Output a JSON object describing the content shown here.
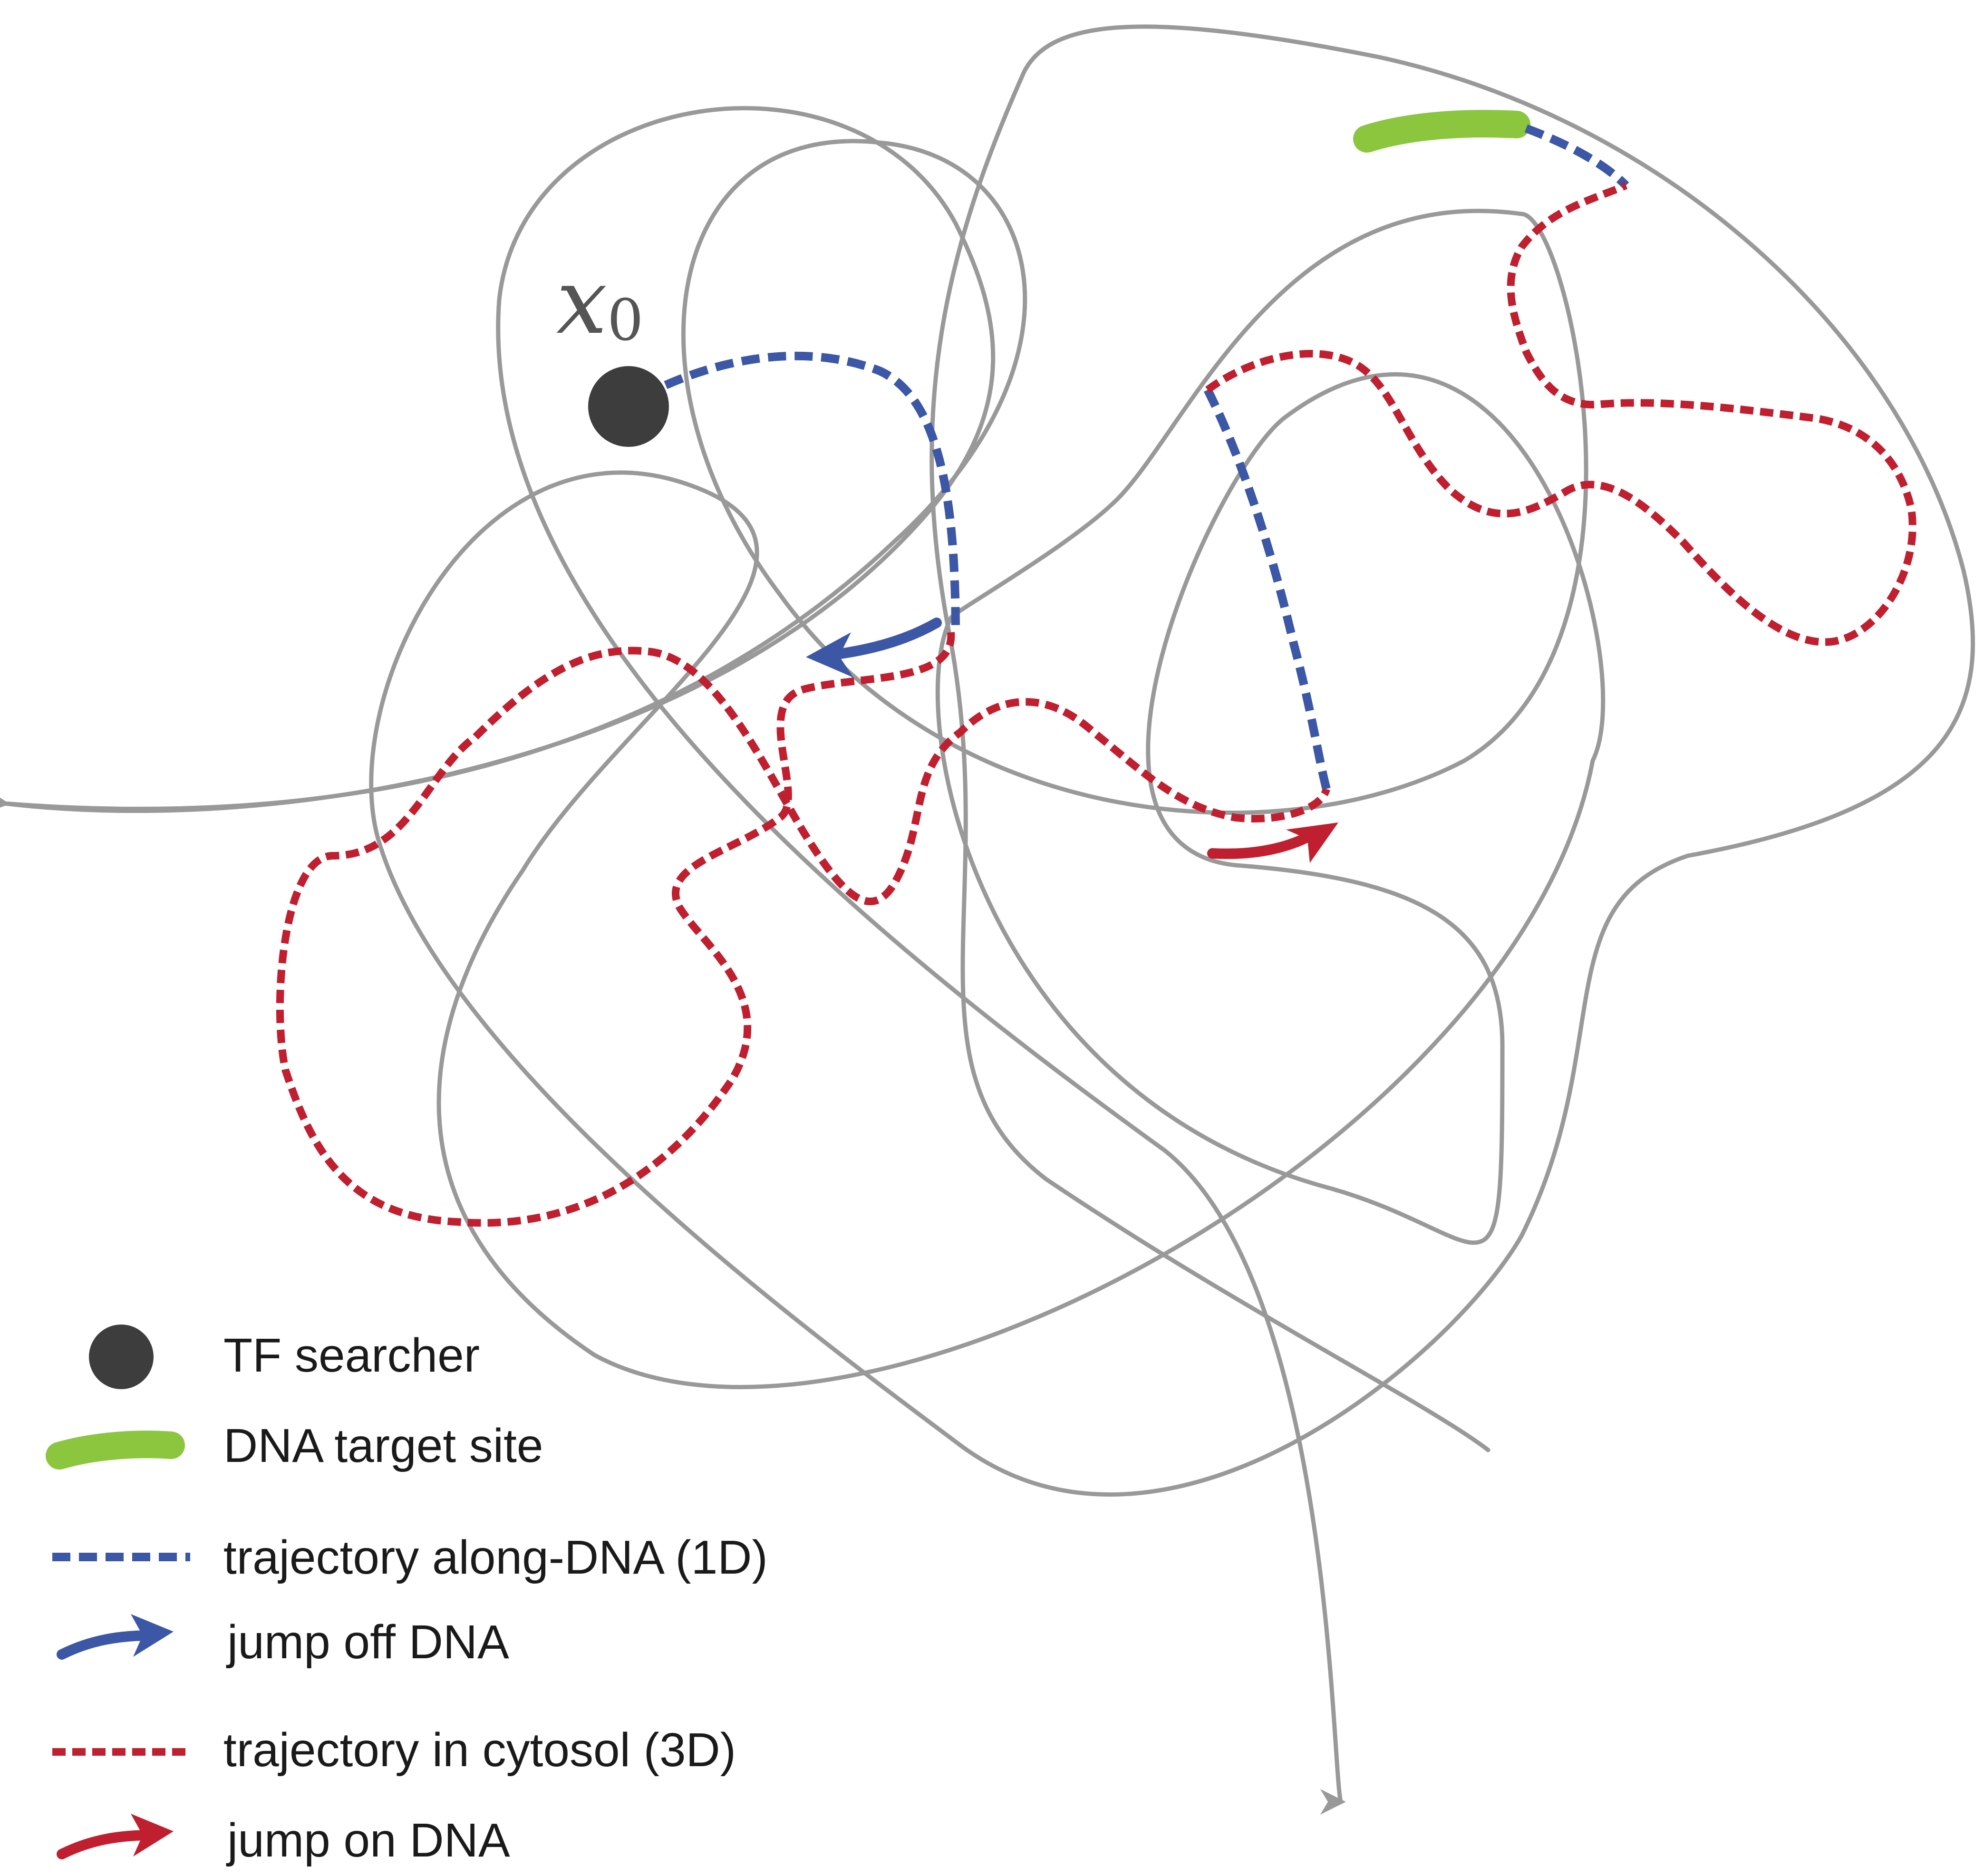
{
  "diagram": {
    "start_label": {
      "base": "x",
      "subscript": "0"
    },
    "colors": {
      "dna": "#999999",
      "searcher": "#3d3d3d",
      "target": "#8cc63f",
      "along_dna": "#3b57a6",
      "cytosol": "#c01f2f"
    }
  },
  "legend": {
    "tf_searcher": "TF searcher",
    "dna_target_site": "DNA target site",
    "trajectory_1d": "trajectory along-DNA (1D)",
    "jump_off_dna": "jump off DNA",
    "trajectory_3d": "trajectory in cytosol (3D)",
    "jump_on_dna": "jump on DNA"
  }
}
